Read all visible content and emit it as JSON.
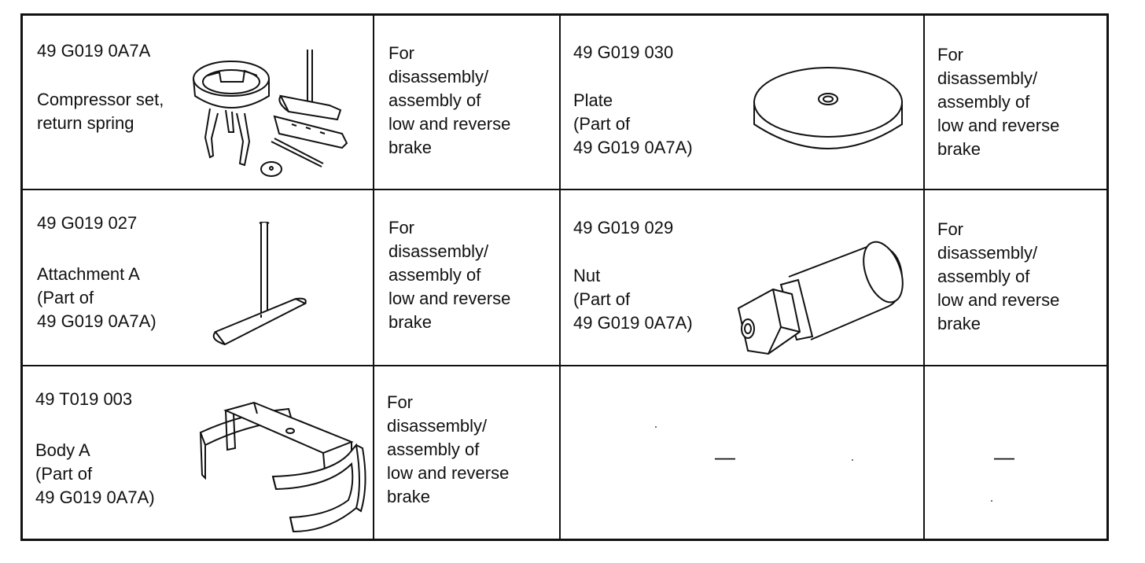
{
  "rows": [
    {
      "left": {
        "part_number": "49 G019 0A7A",
        "name": "Compressor set,\nreturn spring",
        "illustration": "compressor-set-illustration",
        "purpose": "For\ndisassembly/\nassembly of\nlow and reverse\nbrake"
      },
      "right": {
        "part_number": "49 G019 030",
        "name": "Plate\n(Part of\n49 G019 0A7A)",
        "illustration": "plate-illustration",
        "purpose": "For\ndisassembly/\nassembly of\nlow and reverse\nbrake"
      }
    },
    {
      "left": {
        "part_number": "49 G019 027",
        "name": "Attachment A\n(Part of\n49 G019 0A7A)",
        "illustration": "attachment-a-illustration",
        "purpose": "For\ndisassembly/\nassembly of\nlow and reverse\nbrake"
      },
      "right": {
        "part_number": "49 G019 029",
        "name": "Nut\n(Part of\n49 G019 0A7A)",
        "illustration": "nut-illustration",
        "purpose": "For\ndisassembly/\nassembly of\nlow and reverse\nbrake"
      }
    },
    {
      "left": {
        "part_number": "49 T019 003",
        "name": "Body A\n(Part of\n49 G019 0A7A)",
        "illustration": "body-a-illustration",
        "purpose": "For\ndisassembly/\nassembly of\nlow and reverse\nbrake"
      },
      "right": {
        "part_number": "",
        "name": "",
        "illustration": "",
        "purpose": "",
        "empty_mark": "—",
        "empty_purpose_mark": "—"
      }
    }
  ]
}
